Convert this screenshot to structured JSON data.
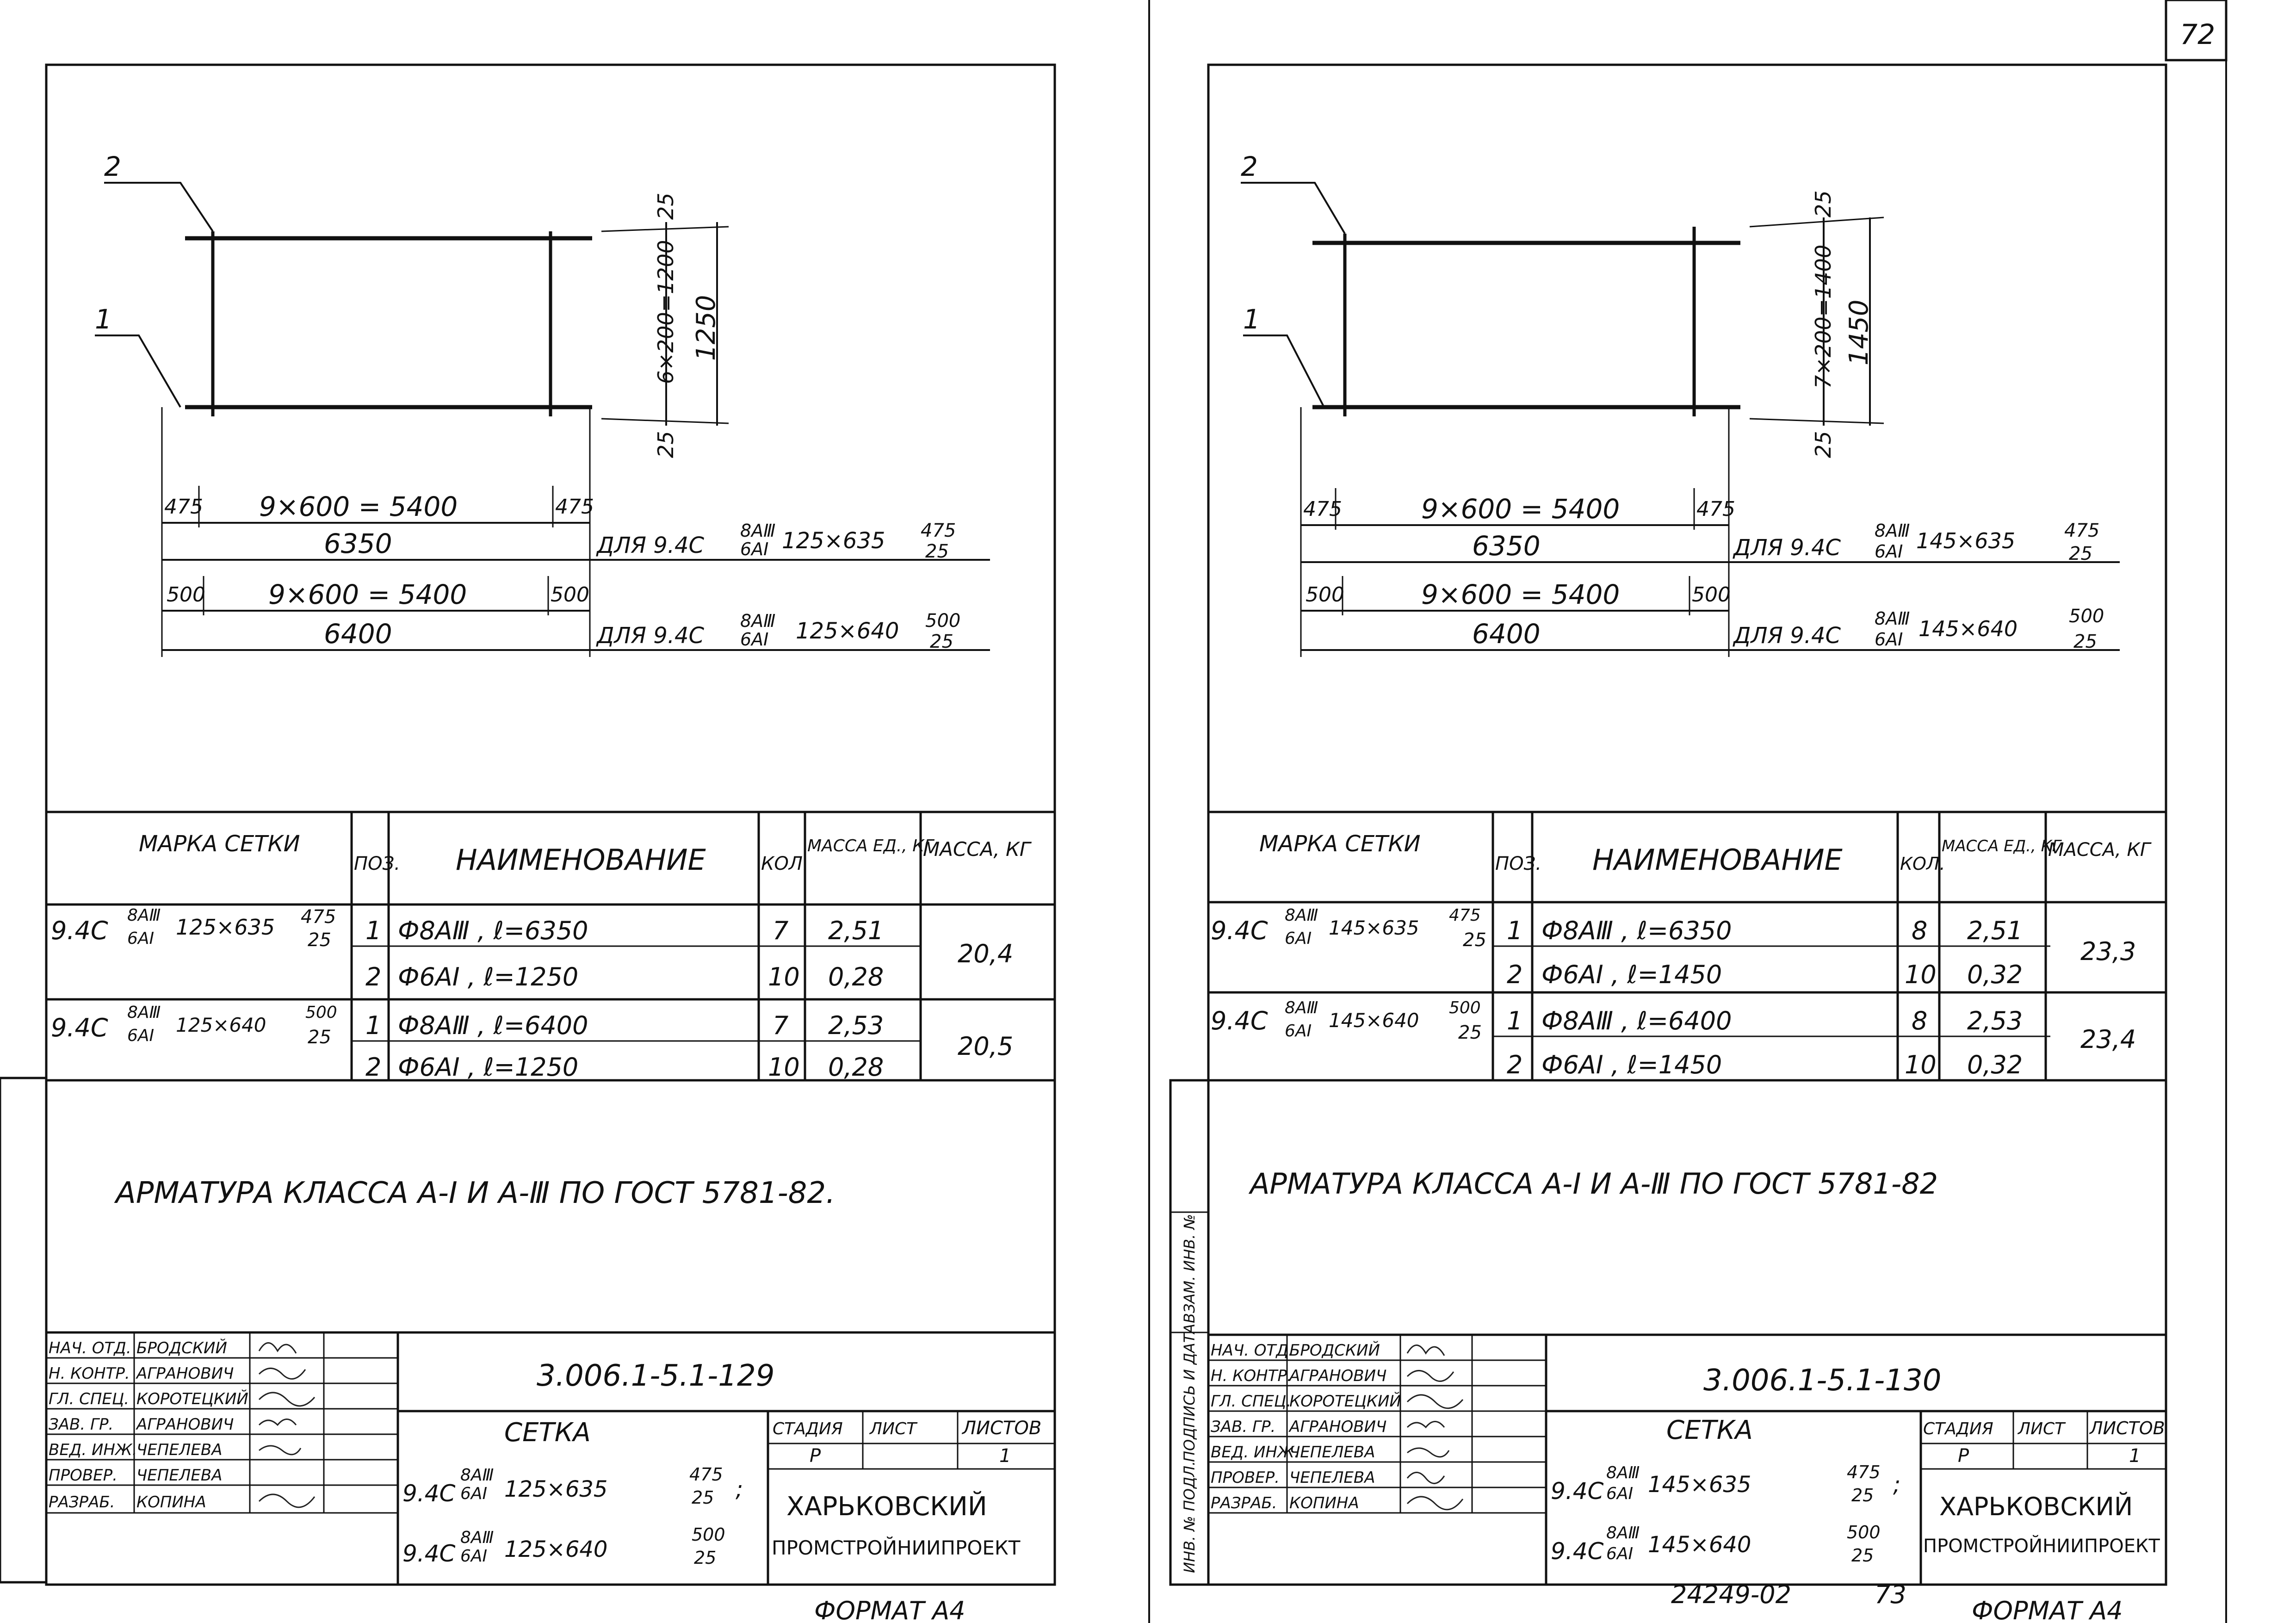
{
  "page_number": "72",
  "archive_number": "24249-02",
  "archive_page": "73",
  "sheets": [
    {
      "drawing": {
        "callouts": [
          "2",
          "1"
        ],
        "vertical": {
          "top_end": "25",
          "spacing": "6×200=1200",
          "total": "1250",
          "bottom_end": "25"
        },
        "row1": {
          "left_end": "475",
          "spacing": "9×600 = 5400",
          "right_end": "475",
          "total": "6350",
          "label": "ДЛЯ 9.4С",
          "frac_top": "8AⅢ",
          "frac_bottom": "6AI",
          "size": "125×635",
          "end_top": "475",
          "end_bottom": "25"
        },
        "row2": {
          "left_end": "500",
          "spacing": "9×600 = 5400",
          "right_end": "500",
          "total": "6400",
          "label": "ДЛЯ 9.4С",
          "frac_top": "8AⅢ",
          "frac_bottom": "6AI",
          "size": "125×640",
          "end_top": "500",
          "end_bottom": "25"
        }
      },
      "table": {
        "headers": {
          "mark": "МАРКА СЕТКИ",
          "pos": "ПОЗ.",
          "name": "НАИМЕНОВАНИЕ",
          "qty": "КОЛ.",
          "unit_mass": "МАССА ЕД., КГ",
          "mass": "МАССА, КГ"
        },
        "groups": [
          {
            "mark": {
              "prefix": "9.4С",
              "frac_top": "8AⅢ",
              "frac_bottom": "6AI",
              "size": "125×635",
              "end_top": "475",
              "end_bottom": "25"
            },
            "rows": [
              {
                "pos": "1",
                "name": "Ф8АⅢ ,  ℓ=6350",
                "qty": "7",
                "unit_mass": "2,51"
              },
              {
                "pos": "2",
                "name": "Ф6АI ,  ℓ=1250",
                "qty": "10",
                "unit_mass": "0,28"
              }
            ],
            "mass": "20,4"
          },
          {
            "mark": {
              "prefix": "9.4С",
              "frac_top": "8AⅢ",
              "frac_bottom": "6AI",
              "size": "125×640",
              "end_top": "500",
              "end_bottom": "25"
            },
            "rows": [
              {
                "pos": "1",
                "name": "Ф8АⅢ ,  ℓ=6400",
                "qty": "7",
                "unit_mass": "2,53"
              },
              {
                "pos": "2",
                "name": "Ф6АI ,  ℓ=1250",
                "qty": "10",
                "unit_mass": "0,28"
              }
            ],
            "mass": "20,5"
          }
        ]
      },
      "note": "АРМАТУРА КЛАССА А-I И А-Ⅲ ПО ГОСТ 5781-82.",
      "title_block": {
        "code": "3.006.1-5.1-129",
        "roles": [
          "НАЧ. ОТД.",
          "Н. КОНТР.",
          "ГЛ. СПЕЦ.",
          "ЗАВ. ГР.",
          "ВЕД. ИНЖ.",
          "ПРОВЕР.",
          "РАЗРАБ."
        ],
        "names": [
          "БРОДСКИЙ",
          "АГРАНОВИЧ",
          "КОРОТЕЦКИЙ",
          "АГРАНОВИЧ",
          "ЧЕПЕЛЕВА",
          "ЧЕПЕЛЕВА",
          "КОПИНА"
        ],
        "product": "СЕТКА",
        "product_line1": {
          "prefix": "9.4С",
          "frac_top": "8AⅢ",
          "frac_bottom": "6AI",
          "size": "125×635",
          "end_top": "475",
          "end_bottom": "25",
          "sep": ";"
        },
        "product_line2": {
          "prefix": "9.4С",
          "frac_top": "8AⅢ",
          "frac_bottom": "6AI",
          "size": "125×640",
          "end_top": "500",
          "end_bottom": "25"
        },
        "stage_label": "СТАДИЯ",
        "sheet_label": "ЛИСТ",
        "sheets_label": "ЛИСТОВ",
        "stage": "Р",
        "sheets_count": "1",
        "org1": "ХАРЬКОВСКИЙ",
        "org2": "ПРОМСТРОЙНИИПРОЕКТ"
      },
      "format": "ФОРМАТ А4"
    },
    {
      "drawing": {
        "callouts": [
          "2",
          "1"
        ],
        "vertical": {
          "top_end": "25",
          "spacing": "7×200=1400",
          "total": "1450",
          "bottom_end": "25"
        },
        "row1": {
          "left_end": "475",
          "spacing": "9×600 = 5400",
          "right_end": "475",
          "total": "6350",
          "label": "ДЛЯ 9.4С",
          "frac_top": "8AⅢ",
          "frac_bottom": "6AI",
          "size": "145×635",
          "end_top": "475",
          "end_bottom": "25"
        },
        "row2": {
          "left_end": "500",
          "spacing": "9×600 = 5400",
          "right_end": "500",
          "total": "6400",
          "label": "ДЛЯ 9.4С",
          "frac_top": "8AⅢ",
          "frac_bottom": "6AI",
          "size": "145×640",
          "end_top": "500",
          "end_bottom": "25"
        }
      },
      "table": {
        "headers": {
          "mark": "МАРКА СЕТКИ",
          "pos": "ПОЗ.",
          "name": "НАИМЕНОВАНИЕ",
          "qty": "КОЛ.",
          "unit_mass": "МАССА ЕД., КГ",
          "mass": "МАССА, КГ"
        },
        "groups": [
          {
            "mark": {
              "prefix": "9.4С",
              "frac_top": "8AⅢ",
              "frac_bottom": "6AI",
              "size": "145×635",
              "end_top": "475",
              "end_bottom": "25"
            },
            "rows": [
              {
                "pos": "1",
                "name": "Ф8АⅢ ,  ℓ=6350",
                "qty": "8",
                "unit_mass": "2,51"
              },
              {
                "pos": "2",
                "name": "Ф6АI ,  ℓ=1450",
                "qty": "10",
                "unit_mass": "0,32"
              }
            ],
            "mass": "23,3"
          },
          {
            "mark": {
              "prefix": "9.4С",
              "frac_top": "8AⅢ",
              "frac_bottom": "6AI",
              "size": "145×640",
              "end_top": "500",
              "end_bottom": "25"
            },
            "rows": [
              {
                "pos": "1",
                "name": "Ф8АⅢ ,  ℓ=6400",
                "qty": "8",
                "unit_mass": "2,53"
              },
              {
                "pos": "2",
                "name": "Ф6АI ,  ℓ=1450",
                "qty": "10",
                "unit_mass": "0,32"
              }
            ],
            "mass": "23,4"
          }
        ]
      },
      "note": "АРМАТУРА КЛАССА А-I И А-Ⅲ ПО ГОСТ 5781-82",
      "title_block": {
        "code": "3.006.1-5.1-130",
        "roles": [
          "НАЧ. ОТД.",
          "Н. КОНТР.",
          "ГЛ. СПЕЦ.",
          "ЗАВ. ГР.",
          "ВЕД. ИНЖ.",
          "ПРОВЕР.",
          "РАЗРАБ."
        ],
        "names": [
          "БРОДСКИЙ",
          "АГРАНОВИЧ",
          "КОРОТЕЦКИЙ",
          "АГРАНОВИЧ",
          "ЧЕПЕЛЕВА",
          "ЧЕПЕЛЕВА",
          "КОПИНА"
        ],
        "product": "СЕТКА",
        "product_line1": {
          "prefix": "9.4С",
          "frac_top": "8AⅢ",
          "frac_bottom": "6AI",
          "size": "145×635",
          "end_top": "475",
          "end_bottom": "25",
          "sep": ";"
        },
        "product_line2": {
          "prefix": "9.4С",
          "frac_top": "8AⅢ",
          "frac_bottom": "6AI",
          "size": "145×640",
          "end_top": "500",
          "end_bottom": "25"
        },
        "stage_label": "СТАДИЯ",
        "sheet_label": "ЛИСТ",
        "sheets_label": "ЛИСТОВ",
        "stage": "Р",
        "sheets_count": "1",
        "org1": "ХАРЬКОВСКИЙ",
        "org2": "ПРОМСТРОЙНИИПРОЕКТ"
      },
      "format": "ФОРМАТ А4",
      "side_stamp": [
        "ИНВ. № ПОДЛ.",
        "ПОДПИСЬ И ДАТА",
        "ВЗАМ. ИНВ. №"
      ]
    }
  ]
}
